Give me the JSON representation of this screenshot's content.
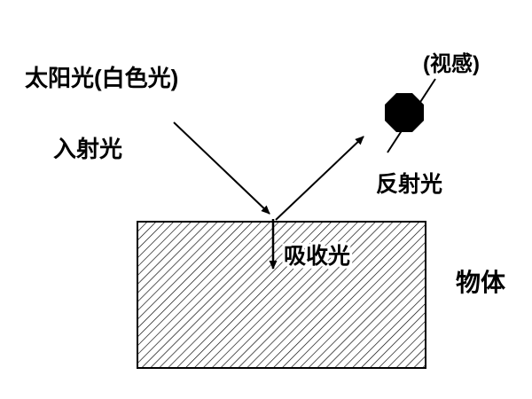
{
  "diagram": {
    "title": "light-reflection-absorption-diagram",
    "labels": {
      "sunlight": "太阳光(白色光)",
      "incident_light": "入射光",
      "visual_sense": "(视感)",
      "reflected_light": "反射光",
      "absorbed_light": "吸收光",
      "object": "物体"
    },
    "colors": {
      "line": "#000000",
      "eye": "#000000",
      "hatch": "#000000",
      "background": "#ffffff"
    }
  }
}
